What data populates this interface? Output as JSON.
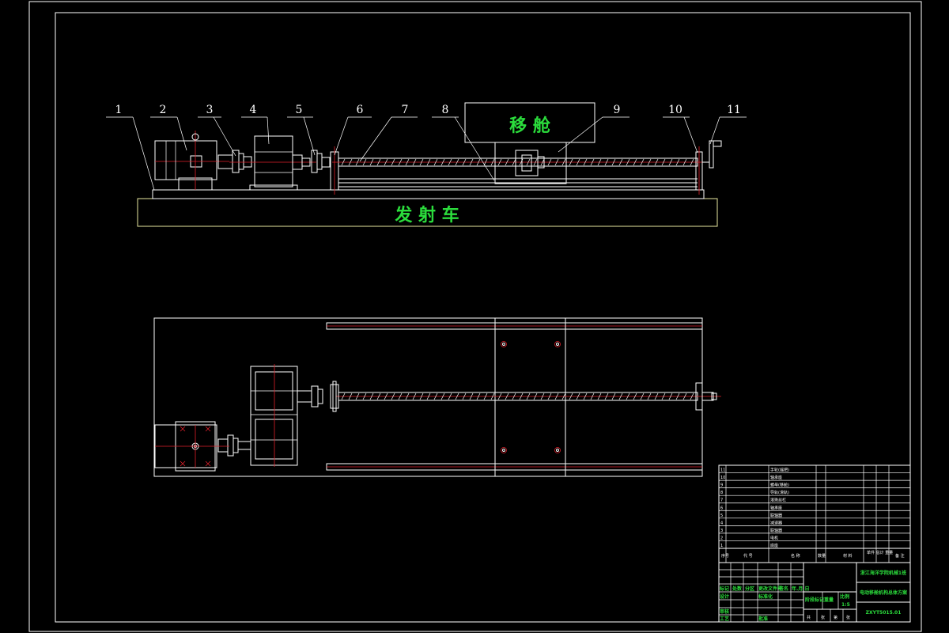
{
  "labels": {
    "ship": "移 舱",
    "car": "发 射 车"
  },
  "callouts": [
    "1",
    "2",
    "3",
    "4",
    "5",
    "6",
    "7",
    "8",
    "9",
    "10",
    "11"
  ],
  "parts_list": {
    "rows": [
      {
        "no": "11",
        "name": "手轮(摇把)"
      },
      {
        "no": "10",
        "name": "轴承座"
      },
      {
        "no": "9",
        "name": "螺母(移舱)"
      },
      {
        "no": "8",
        "name": "导轨(滑轨)"
      },
      {
        "no": "7",
        "name": "滚珠丝杠"
      },
      {
        "no": "6",
        "name": "轴承座"
      },
      {
        "no": "5",
        "name": "联轴器"
      },
      {
        "no": "4",
        "name": "减速器"
      },
      {
        "no": "3",
        "name": "联轴器"
      },
      {
        "no": "2",
        "name": "电机"
      },
      {
        "no": "1",
        "name": "底座"
      }
    ],
    "header": {
      "seq": "序号",
      "code": "代 号",
      "name": "名 称",
      "qty": "数量",
      "material": "材 料",
      "weight": "单件 总计 重量",
      "remark": "备 注"
    }
  },
  "title_block": {
    "school": "浙江海洋学院机械1班",
    "drawing_title": "电动移舱机构总体方案",
    "drawing_no": "ZXYT5015.01",
    "design": "设计",
    "check": "审核",
    "stage_label": "阶段标记",
    "weight_label": "重量",
    "scale_label": "比例",
    "scale": "1:5",
    "sheet_labels": [
      "共",
      "张",
      "第",
      "张"
    ],
    "mark": "标记",
    "count": "处数",
    "zone": "分区",
    "change_doc": "更改文件号",
    "signature": "签名",
    "date": "年.月.日",
    "standard": "标准化",
    "process": "工艺",
    "approve": "批准"
  }
}
